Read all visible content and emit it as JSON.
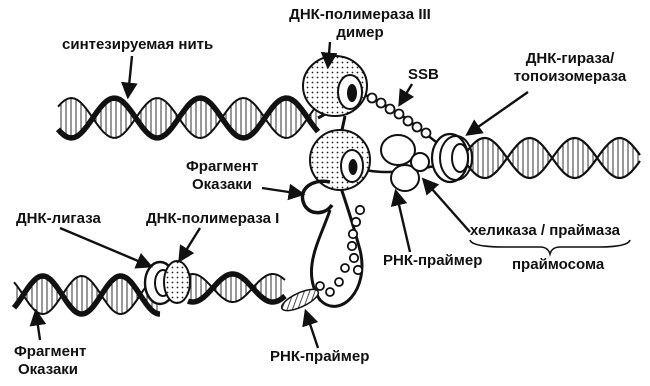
{
  "labels": {
    "synthesized_strand": "синтезируемая нить",
    "pol3_line1": "ДНК-полимераза III",
    "pol3_line2": "димер",
    "ssb": "SSB",
    "gyrase_line1": "ДНК-гираза/",
    "gyrase_line2": "топоизомераза",
    "okazaki_upper_line1": "Фрагмент",
    "okazaki_upper_line2": "Оказаки",
    "ligase": "ДНК-лигаза",
    "pol1": "ДНК-полимераза I",
    "helicase_primase": "хеликаза / праймаза",
    "rna_primer_upper": "РНК-праймер",
    "primosome": "праймосома",
    "rna_primer_lower": "РНК-праймер",
    "okazaki_lower_line1": "Фрагмент",
    "okazaki_lower_line2": "Оказаки"
  },
  "colors": {
    "ink": "#111111",
    "paper": "#ffffff",
    "stipple": "#bbbbbb"
  }
}
